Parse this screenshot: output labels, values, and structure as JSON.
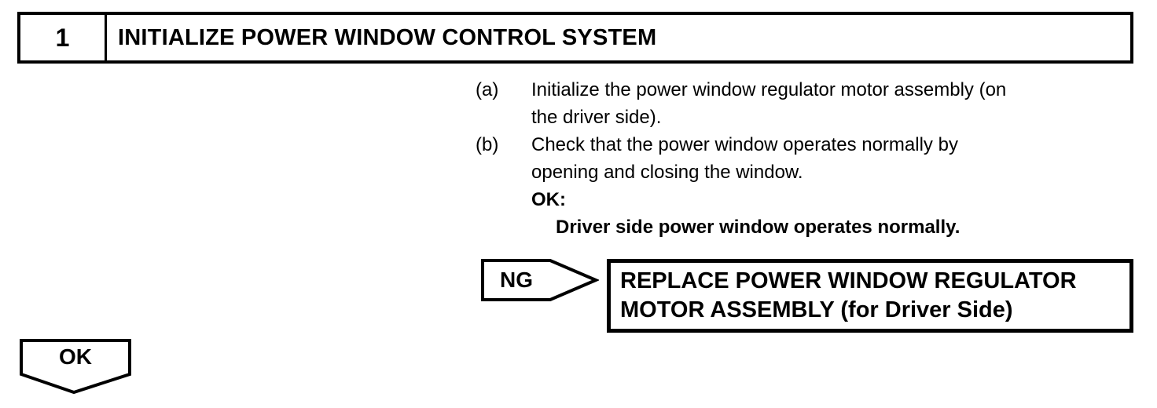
{
  "step_header": {
    "number": "1",
    "title": "INITIALIZE POWER WINDOW CONTROL SYSTEM"
  },
  "procedure": {
    "steps": [
      {
        "label": "(a)",
        "lines": [
          "Initialize the power window regulator motor assembly (on",
          "the driver side)."
        ]
      },
      {
        "label": "(b)",
        "lines": [
          "Check that the power window operates normally by",
          "opening and closing the window."
        ]
      }
    ],
    "ok_heading": "OK:",
    "ok_criteria": "Driver side power window operates normally."
  },
  "ng_branch": {
    "label": "NG",
    "action_lines": [
      "REPLACE POWER WINDOW REGULATOR",
      "MOTOR ASSEMBLY (for Driver Side)"
    ]
  },
  "ok_branch": {
    "label": "OK"
  },
  "colors": {
    "ink": "#000000",
    "paper": "#ffffff"
  }
}
